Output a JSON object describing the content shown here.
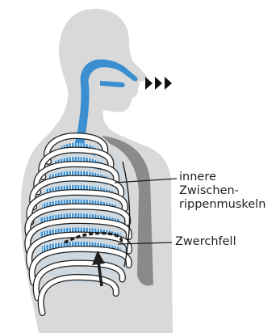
{
  "labels": {
    "intercostal_line1": "innere",
    "intercostal_line2": "Zwischen-",
    "intercostal_line3": "rippenmuskeln",
    "diaphragm": "Zwerchfell"
  },
  "colors": {
    "body": "#d9d9d9",
    "back_shadow": "#8a8a8a",
    "airway": "#3b8fd0",
    "rib_fill": "#ffffff",
    "rib_outline": "#1e1e1e",
    "lung_inner": "#cfd8df"
  }
}
